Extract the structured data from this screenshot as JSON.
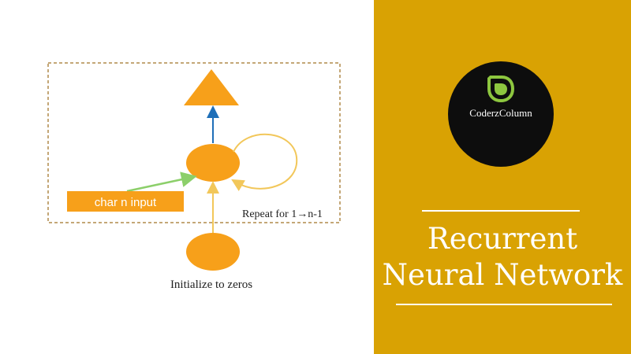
{
  "diagram": {
    "input_label": "char n input",
    "repeat_label": "Repeat for 1→n-1",
    "init_label": "Initialize to zeros"
  },
  "brand": {
    "name": "CoderzColumn",
    "icon": "coderzcolumn-leaf-logo"
  },
  "title": {
    "line1": "Recurrent",
    "line2": "Neural Network"
  },
  "colors": {
    "panel": "#d9a203",
    "node": "#f7a01a",
    "loop": "#f2c75a",
    "output_edge": "#1f6fb8",
    "input_edge": "#8ccf6a",
    "frame": "#b08a4a",
    "logo_bg": "#0d0d0d",
    "logo_accent": "#8dc63f"
  }
}
